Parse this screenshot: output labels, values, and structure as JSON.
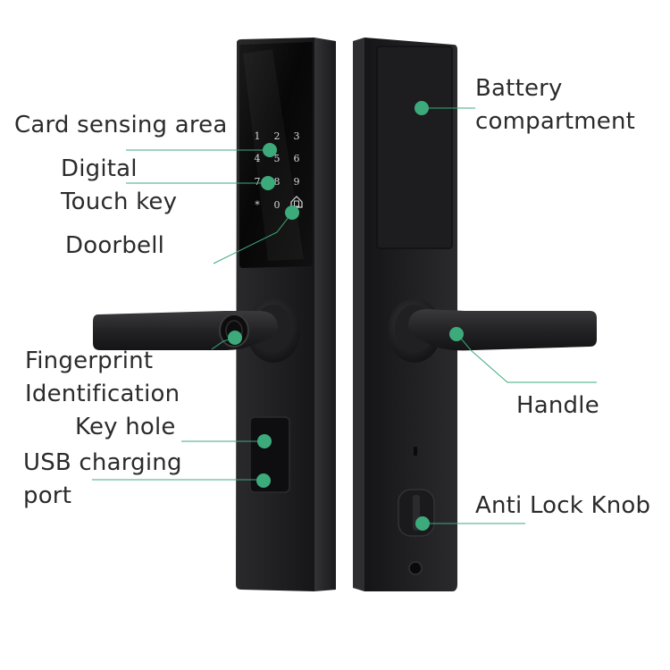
{
  "labels": {
    "card_sensing_area": "Card sensing area",
    "digital_line1": "Digital",
    "digital_line2": "Touch key",
    "doorbell": "Doorbell",
    "fingerprint_line1": "Fingerprint",
    "fingerprint_line2": "Identification",
    "key_hole": "Key hole",
    "usb_line1": "USB charging",
    "usb_line2": "port",
    "battery_line1": "Battery",
    "battery_line2": "compartment",
    "handle": "Handle",
    "anti_lock_knob": "Anti Lock Knob"
  },
  "keypad": {
    "keys": [
      "1",
      "2",
      "3",
      "4",
      "5",
      "6",
      "7",
      "8",
      "9",
      "*",
      "0",
      "bell-icon"
    ]
  },
  "colors": {
    "marker_dot": "#3daa7c",
    "leader_line": "#3daa7c",
    "lock_body": "#1c1c1e",
    "panel_glass": "#0a0a0a",
    "key_text": "#d8d8d8"
  }
}
